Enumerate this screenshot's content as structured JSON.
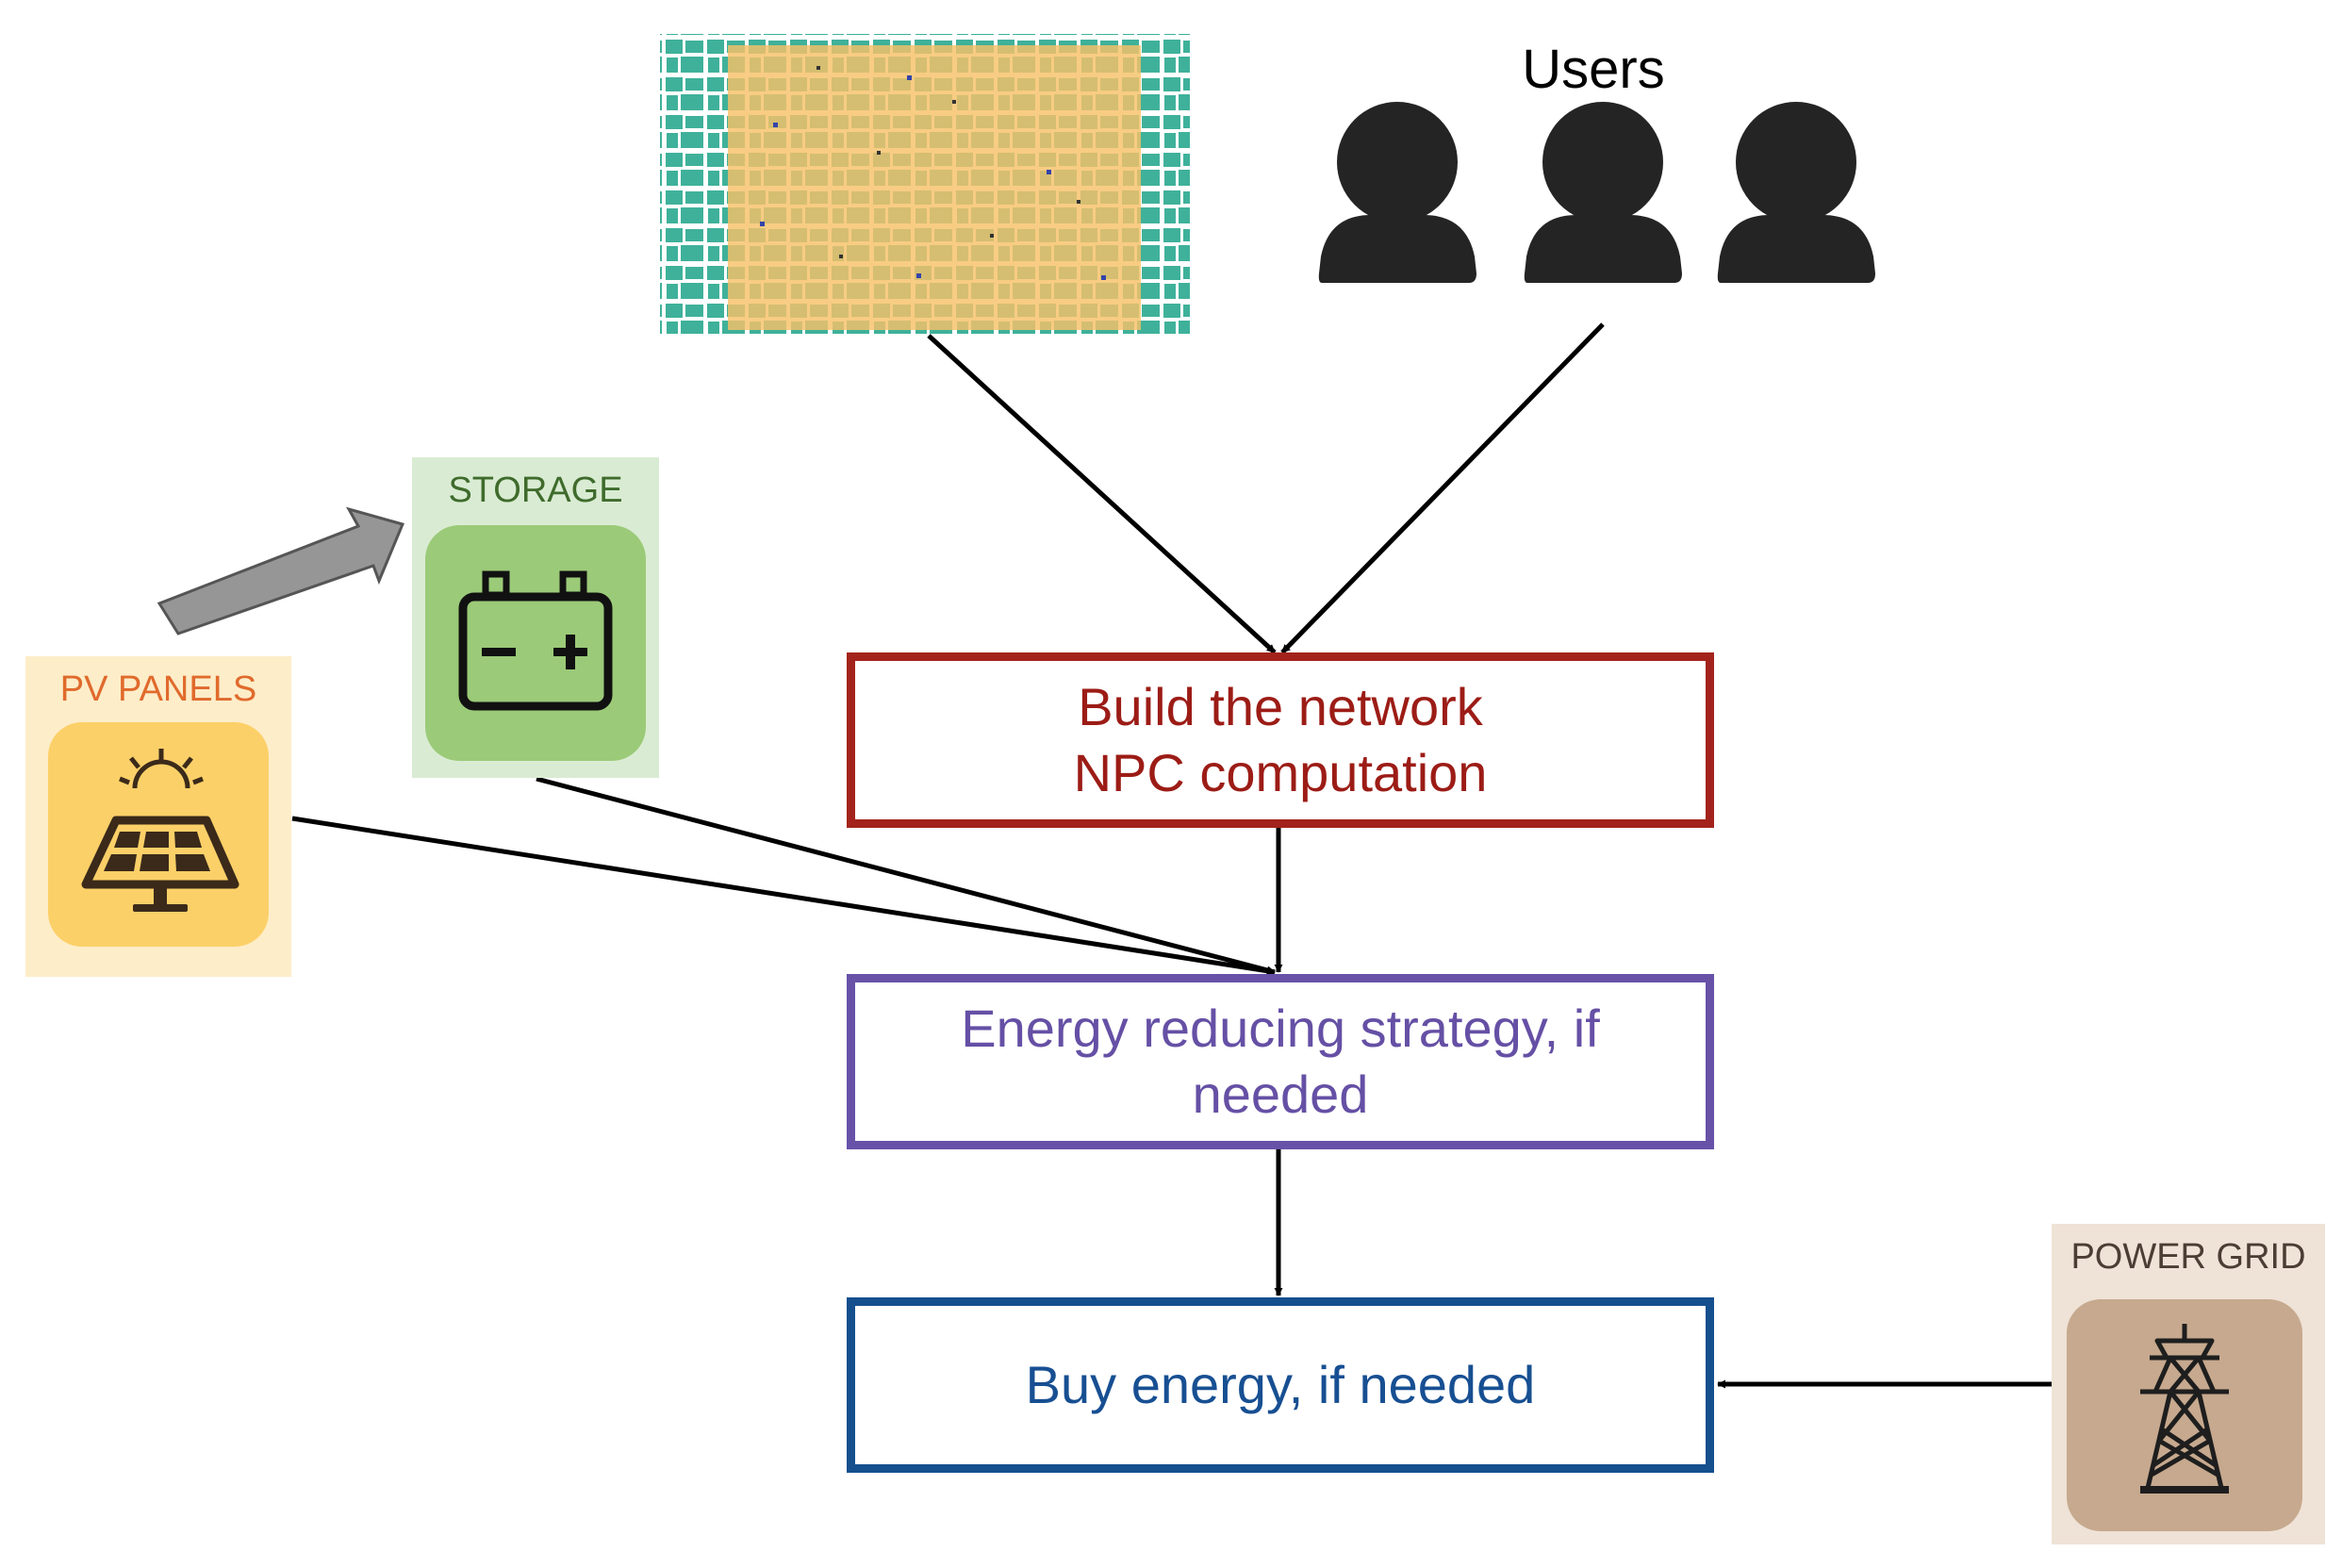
{
  "cards": {
    "storage": {
      "label": "STORAGE",
      "icon": "battery-icon"
    },
    "pv": {
      "label": "PV PANELS",
      "icon": "solar-panel-icon"
    },
    "grid": {
      "label": "POWER GRID",
      "icon": "power-tower-icon"
    }
  },
  "users_label": "Users",
  "map": {
    "icon": "city-map-icon"
  },
  "user_icons": [
    "user-icon",
    "user-icon",
    "user-icon"
  ],
  "boxes": {
    "build": {
      "line1": "Build the network",
      "line2": "NPC computation"
    },
    "energy": {
      "line1": "Energy reducing strategy, if",
      "line2": "needed"
    },
    "buy": {
      "line1": "Buy energy, if needed"
    }
  },
  "colors": {
    "build": "#a3231c",
    "energy": "#6752a8",
    "buy": "#154f8e",
    "storage_bg": "#d9ecd3",
    "pv_bg": "#fdedc9",
    "grid_bg": "#efe2d6",
    "map_buildings": "#3fb19a",
    "map_overlay": "#f6c168"
  }
}
